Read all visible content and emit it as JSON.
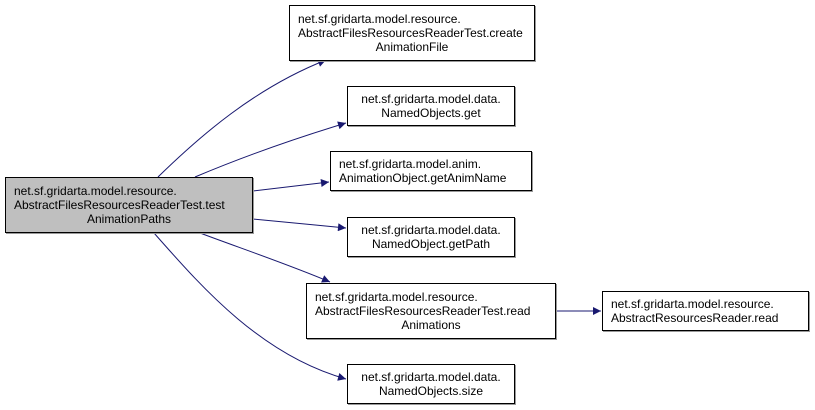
{
  "diagram": {
    "type": "call-graph",
    "edge_color": "#191970",
    "root_fill": "#bfbfbf",
    "node_fill": "#ffffff",
    "nodes": [
      {
        "id": "root",
        "lines": [
          "net.sf.gridarta.model.resource.",
          "AbstractFilesResourcesReaderTest.test",
          "AnimationPaths"
        ],
        "root": true
      },
      {
        "id": "createAnimationFile",
        "lines": [
          "net.sf.gridarta.model.resource.",
          "AbstractFilesResourcesReaderTest.create",
          "AnimationFile"
        ]
      },
      {
        "id": "namedObjectsGet",
        "lines": [
          "net.sf.gridarta.model.data.",
          "NamedObjects.get"
        ]
      },
      {
        "id": "getAnimName",
        "lines": [
          "net.sf.gridarta.model.anim.",
          "AnimationObject.getAnimName"
        ]
      },
      {
        "id": "getPath",
        "lines": [
          "net.sf.gridarta.model.data.",
          "NamedObject.getPath"
        ]
      },
      {
        "id": "readAnimations",
        "lines": [
          "net.sf.gridarta.model.resource.",
          "AbstractFilesResourcesReaderTest.read",
          "Animations"
        ]
      },
      {
        "id": "resourcesReaderRead",
        "lines": [
          "net.sf.gridarta.model.resource.",
          "AbstractResourcesReader.read"
        ]
      },
      {
        "id": "namedObjectsSize",
        "lines": [
          "net.sf.gridarta.model.data.",
          "NamedObjects.size"
        ]
      }
    ],
    "edges": [
      {
        "from": "root",
        "to": "createAnimationFile"
      },
      {
        "from": "root",
        "to": "namedObjectsGet"
      },
      {
        "from": "root",
        "to": "getAnimName"
      },
      {
        "from": "root",
        "to": "getPath"
      },
      {
        "from": "root",
        "to": "readAnimations"
      },
      {
        "from": "root",
        "to": "namedObjectsSize"
      },
      {
        "from": "readAnimations",
        "to": "resourcesReaderRead"
      }
    ]
  }
}
